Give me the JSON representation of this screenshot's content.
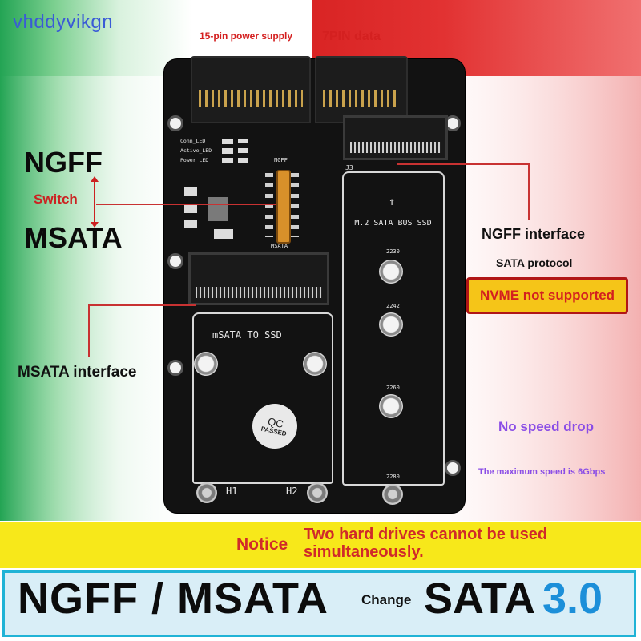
{
  "watermark": "vhddyvikgn",
  "top_labels": {
    "power": "15-pin power supply",
    "data": "7PIN data"
  },
  "side_labels": {
    "ngff": "NGFF",
    "switch": "Switch",
    "msata": "MSATA",
    "msata_interface": "MSATA interface",
    "ngff_interface": "NGFF interface",
    "sata_protocol": "SATA protocol",
    "nvme": "NVME not supported",
    "no_speed_drop": "No speed drop",
    "max_speed": "The maximum speed is 6Gbps"
  },
  "board_silkscreen": {
    "m2_label": "M.2 SATA BUS SSD",
    "msata_label": "mSATA TO SSD",
    "led_labels": [
      "Conn_LED",
      "Active_LED",
      "Power_LED"
    ],
    "switch_top": "NGFF",
    "switch_bottom": "MSATA",
    "j3": "J3",
    "sizes": [
      "2230",
      "2242",
      "2260",
      "2280"
    ],
    "h1": "H1",
    "h2": "H2",
    "qc_top": "QC",
    "qc_bottom": "PASSED"
  },
  "notice": {
    "label": "Notice",
    "text": "Two hard drives cannot be used simultaneously."
  },
  "title": {
    "left": "NGFF / MSATA",
    "change": "Change",
    "sata": "SATA",
    "version": "3.0"
  },
  "colors": {
    "accent_red": "#cc2121",
    "notice_bg": "#f7e81a",
    "purple": "#8a4de6",
    "version_blue": "#1c8fd9",
    "frame_cyan": "#20b3d6"
  }
}
